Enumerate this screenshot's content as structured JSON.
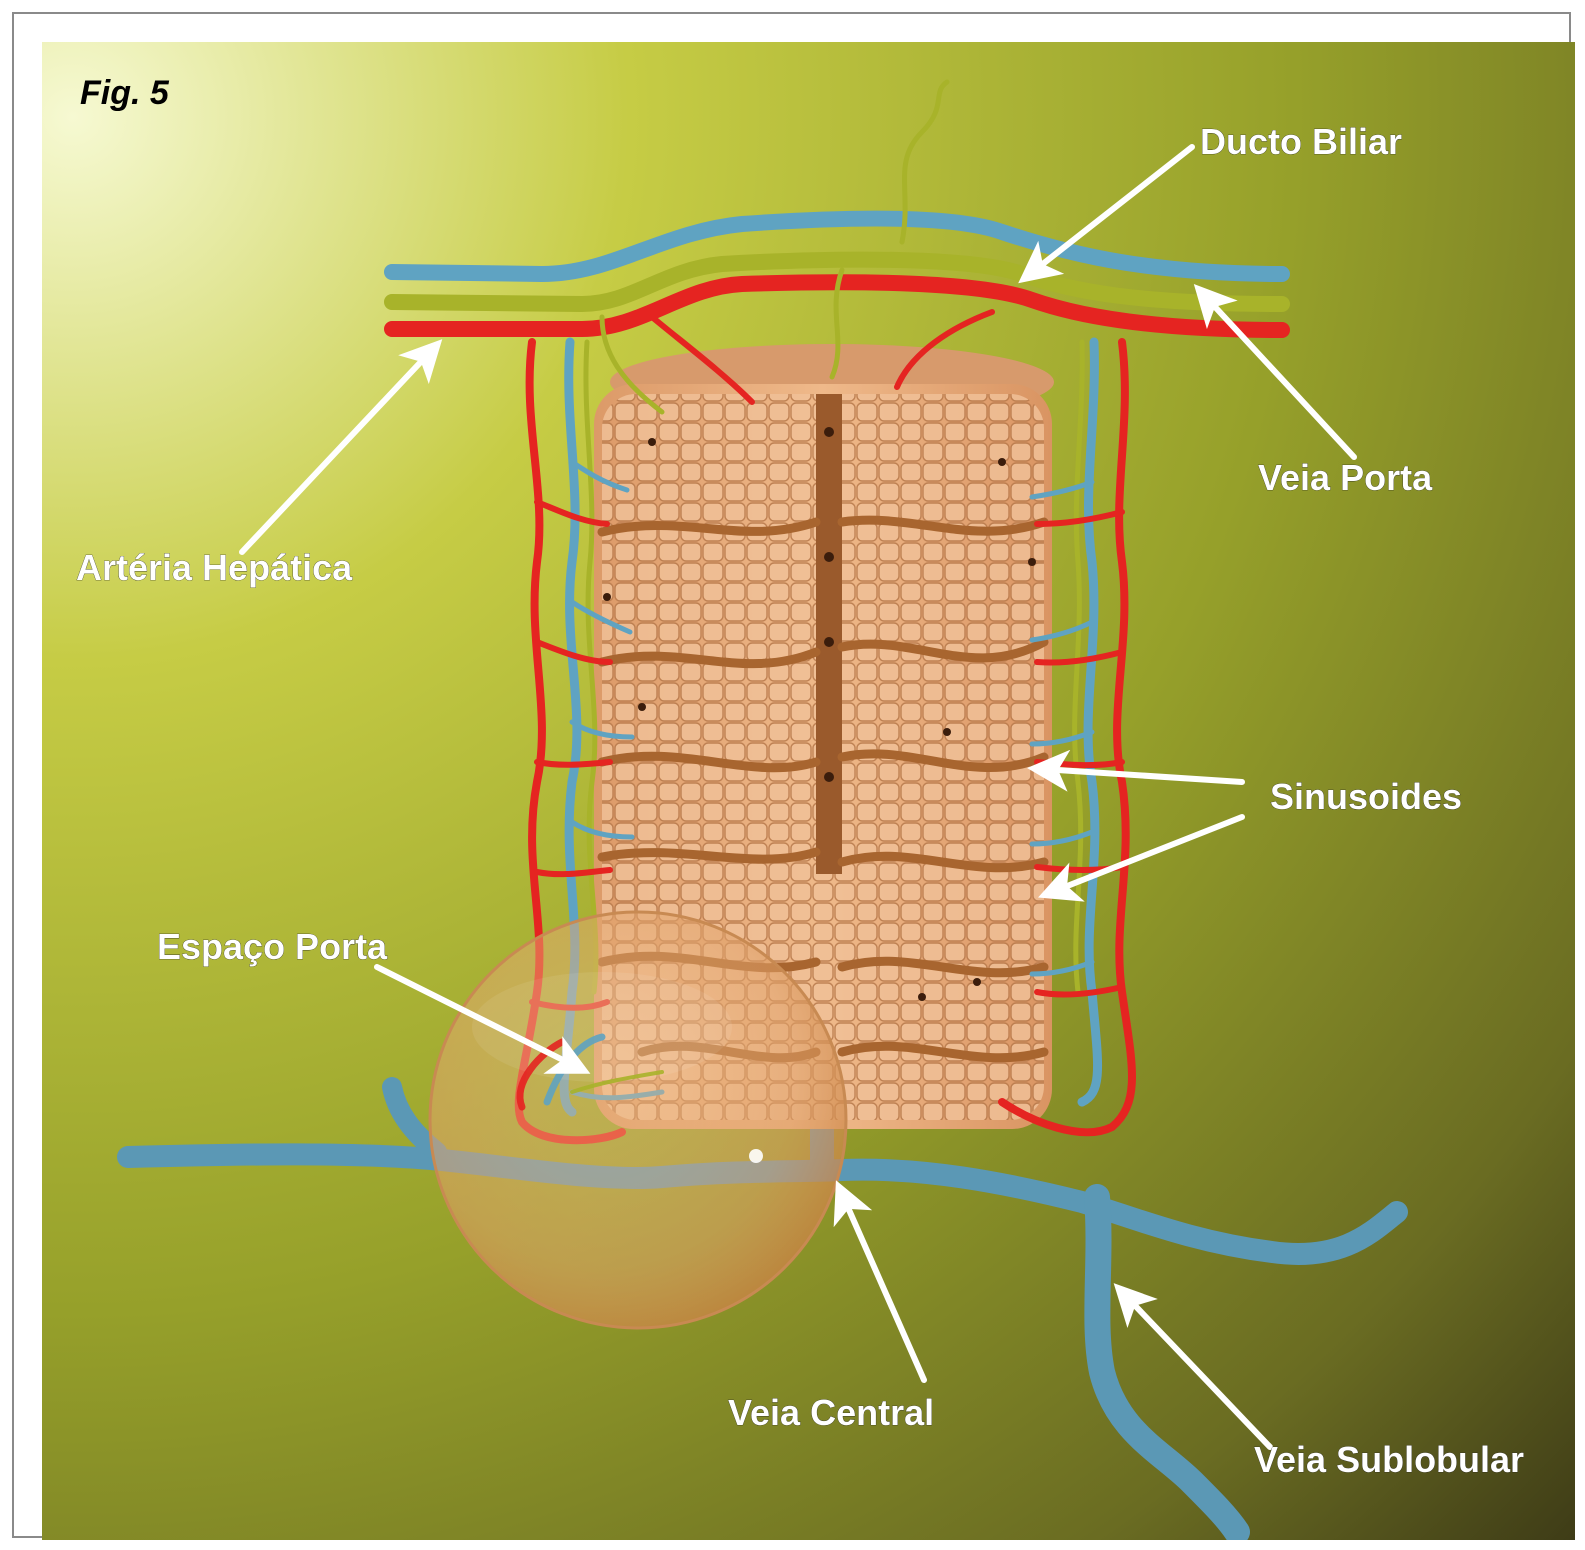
{
  "figure": {
    "label": "Fig. 5"
  },
  "labels": {
    "ducto_biliar": "Ducto Biliar",
    "veia_porta": "Veia Porta",
    "arteria_hepatica": "Artéria Hepática",
    "sinusoides": "Sinusoides",
    "espaco_porta": "Espaço Porta",
    "veia_central": "Veia Central",
    "veia_sublobular": "Veia Sublobular"
  },
  "colors": {
    "background_light": "#f4f7c8",
    "background_mid": "#a6ad2c",
    "background_dark": "#2e2a14",
    "artery": "#e52421",
    "portal_vein": "#5fa3c2",
    "bile_duct": "#a8b32a",
    "lobule": "#e6a878",
    "lobule_dark": "#b8703f",
    "label_text": "#ffffff",
    "arrow": "#ffffff"
  }
}
